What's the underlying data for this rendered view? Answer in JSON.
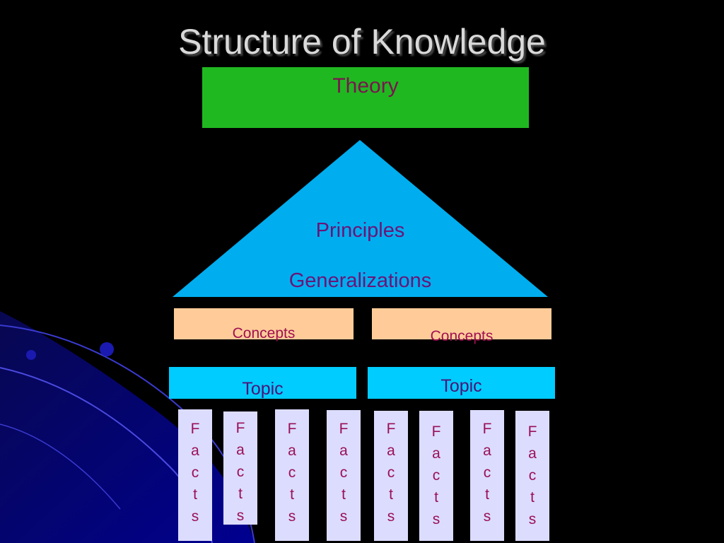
{
  "title": "Structure of Knowledge",
  "theory": "Theory",
  "triangle": {
    "line1": "Principles",
    "line2": "Generalizations"
  },
  "concepts": [
    "Concepts",
    "Concepts"
  ],
  "topics": [
    "Topic",
    "Topic"
  ],
  "facts": [
    "F\na\nc\nt\ns",
    "F\na\nc\nt\ns",
    "F\na\nc\nt\ns",
    "F\na\nc\nt\ns",
    "F\na\nc\nt\ns",
    "F\na\nc\nt\ns",
    "F\na\nc\nt\ns",
    "F\na\nc\nt\ns"
  ],
  "colors": {
    "theory_box": "#20b820",
    "triangle": "#00aeef",
    "concepts_box": "#ffcc99",
    "topic_box": "#00ccff",
    "facts_box": "#dcdcff"
  }
}
